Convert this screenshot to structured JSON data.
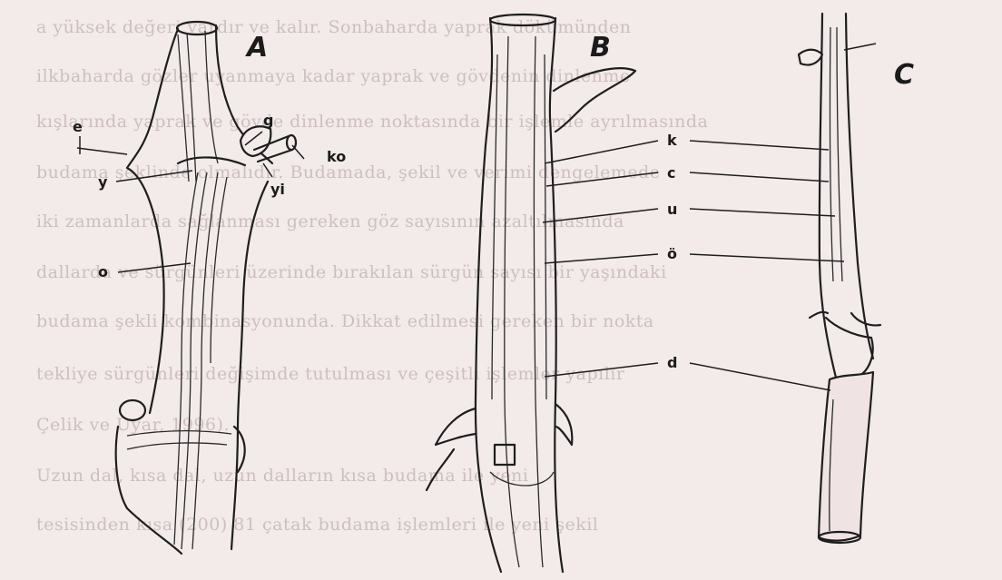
{
  "panels": {
    "a": "A",
    "b": "B",
    "c": "C"
  },
  "labels_a": {
    "g": "g",
    "e": "e",
    "ko": "ko",
    "y": "y",
    "yi": "yi",
    "o": "o"
  },
  "labels_b": {
    "k": "k",
    "c": "c",
    "u": "u",
    "b": "ö",
    "d": "d"
  },
  "background_text": [
    "a yüksek değeri vardır ve kalır. Sonbaharda yaprak dökümünden",
    "ilkbaharda gözler uyanmaya kadar yaprak ve gövdenin dinlenme",
    "kışlarında yaprak ve gövde dinlenme noktasında bir işlemle ayrılmasında",
    "budama şeklinde olmalıdır. Budamada, şekil ve verimi dengelemede",
    "iki zamanlarda sağlanması gereken göz sayısının azaltılmasında",
    "dallarda ve sürgünleri üzerinde bırakılan sürgün sayısı bir yaşındaki",
    "budama şekli kombinasyonunda. Dikkat edilmesi gereken bir nokta",
    "tekliye sürgünleri değişimde tutulması ve çeşitli işlemler yapılır",
    "Çelik ve Uyar, 1996).",
    "Uzun dal, kısa dal, uzun dalların kısa budama ile yeni",
    "tesisinden kısa (200) 81 çatak budama işlemleri ile yeni şekil"
  ],
  "colors": {
    "ink": "#1e1e1e",
    "paper": "#f3eaea",
    "ghost_text": "#cdbfbf"
  }
}
